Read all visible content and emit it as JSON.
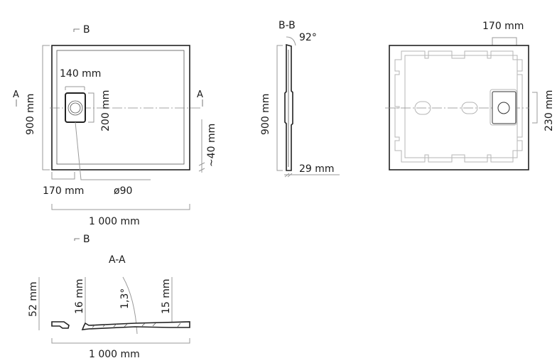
{
  "plan_view": {
    "section_b_marker": "B",
    "section_a_left": "A",
    "section_a_right": "A",
    "height_label": "900 mm",
    "drain_width_label": "140 mm",
    "drain_height_label": "200 mm",
    "edge_label": "~40 mm",
    "drain_offset_label": "170 mm",
    "drain_diameter_label": "ø90",
    "width_label": "1 000 mm"
  },
  "section_aa": {
    "section_b_marker": "B",
    "title": "A-A",
    "total_height_label": "52 mm",
    "drain_depth_label": "16 mm",
    "slope_label": "1,3°",
    "edge_thickness_label": "15 mm",
    "width_label": "1 000 mm"
  },
  "section_bb": {
    "title": "B-B",
    "angle_label": "92°",
    "height_label": "900 mm",
    "thickness_label": "29 mm"
  },
  "bottom_view": {
    "offset_label": "170 mm",
    "drain_zone_label": "230 mm"
  }
}
